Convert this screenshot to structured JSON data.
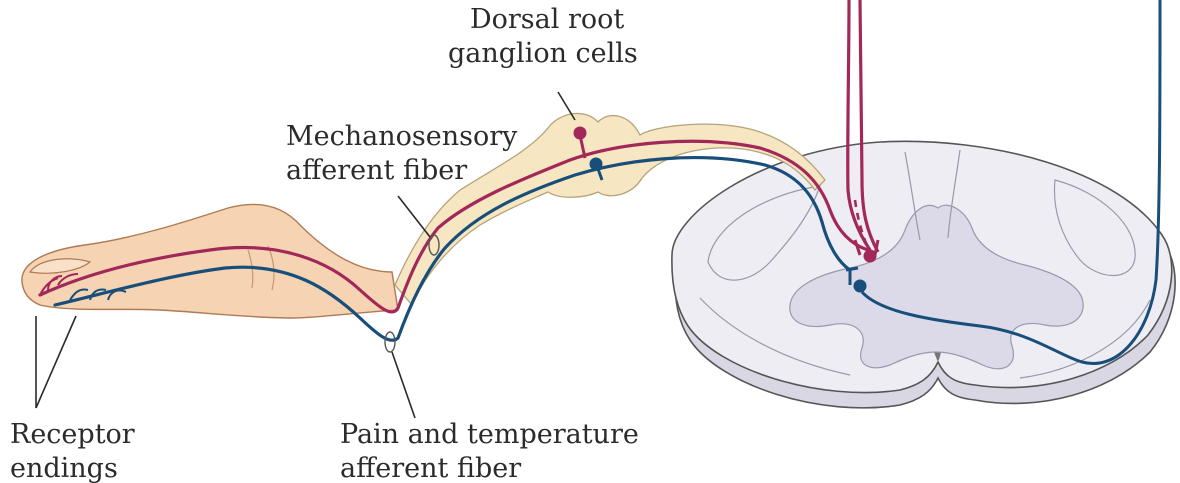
{
  "labels": {
    "dorsal_root_ganglion": [
      "Dorsal root",
      "ganglion cells"
    ],
    "mechanosensory_fiber": [
      "Mechanosensory",
      "afferent fiber"
    ],
    "pain_temperature_fiber": [
      "Pain and temperature",
      "afferent fiber"
    ],
    "receptor_endings": [
      "Receptor",
      "endings"
    ]
  },
  "colors": {
    "mechanosensory": "#a3285a",
    "pain_temperature": "#184e7a",
    "skin": "#f6d4b3",
    "ganglion": "#f6e6c2",
    "spinal_cord": "#eeedf4",
    "grey_matter": "#dcdae8"
  }
}
